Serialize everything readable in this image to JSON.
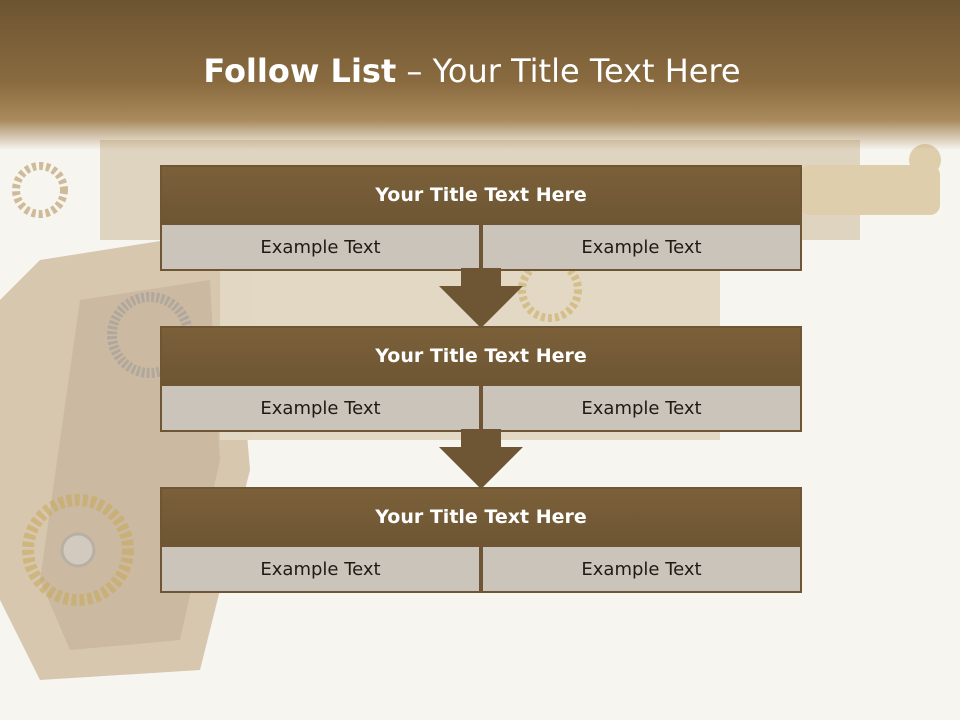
{
  "slide": {
    "title_bold": "Follow List",
    "title_rest": "– Your Title Text Here"
  },
  "steps": [
    {
      "title": "Your Title Text Here",
      "left": "Example Text",
      "right": "Example Text"
    },
    {
      "title": "Your Title Text Here",
      "left": "Example Text",
      "right": "Example Text"
    },
    {
      "title": "Your Title Text Here",
      "left": "Example Text",
      "right": "Example Text"
    }
  ],
  "colors": {
    "header_brown": "#7b6039",
    "box_brown": "#6e5634",
    "cell_gray": "#cbc4bb",
    "background": "#f7f5f0"
  },
  "icons": [
    "down-arrow-icon",
    "gear-icon"
  ]
}
